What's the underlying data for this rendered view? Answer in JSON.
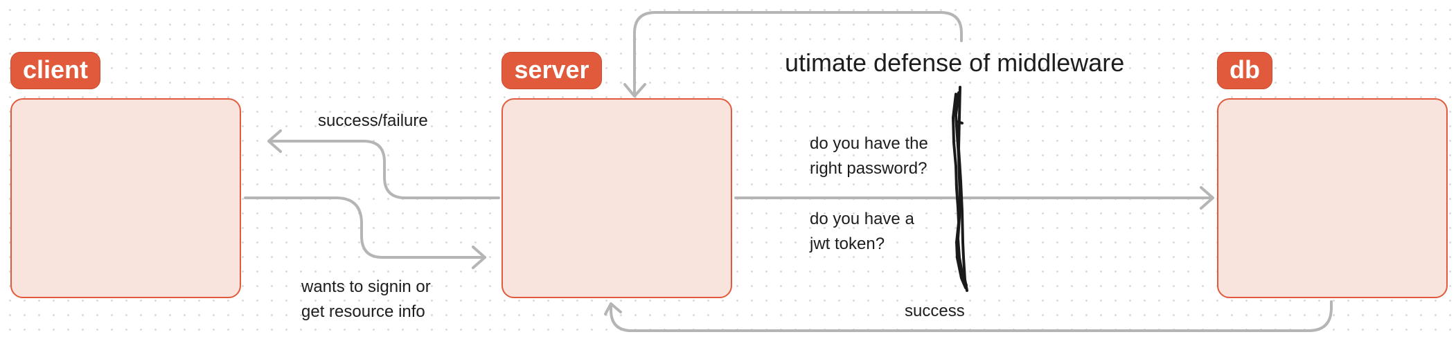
{
  "nodes": {
    "client": {
      "label": "client"
    },
    "server": {
      "label": "server"
    },
    "db": {
      "label": "db"
    }
  },
  "title": "utimate defense of middleware",
  "edges": {
    "client_to_server": {
      "line1": "wants to signin or",
      "line2": "get resource info"
    },
    "server_to_client": {
      "label": "success/failure"
    },
    "server_to_db": {
      "q1_line1": "do you have the",
      "q1_line2": "right password?",
      "q2_line1": "do you have a",
      "q2_line2": "jwt token?"
    },
    "db_to_server": {
      "label": "success"
    }
  },
  "colors": {
    "accent": "#e05a3b",
    "box_fill": "#f8e4dd",
    "arrow": "#b5b5b5",
    "barrier": "#1a1a1a"
  }
}
